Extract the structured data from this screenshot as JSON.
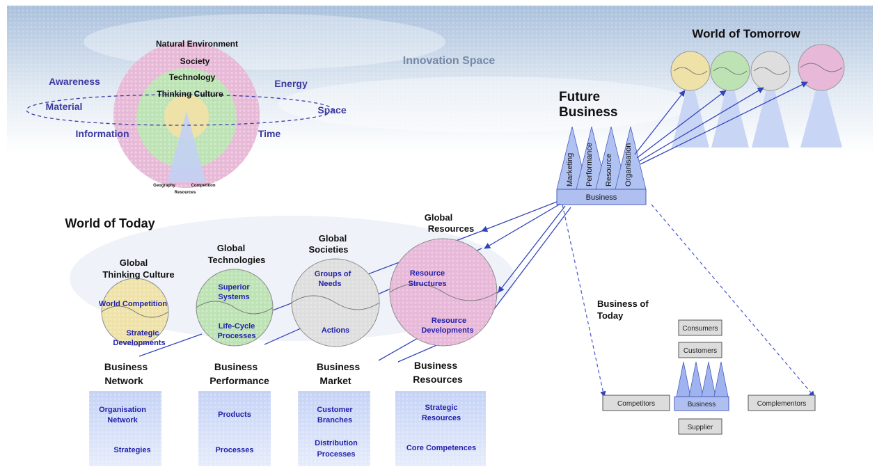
{
  "title_top": "Innovation Space",
  "world_of_tomorrow": "World of Tomorrow",
  "world_of_today": "World of Today",
  "future_business": [
    "Future",
    "Business"
  ],
  "future_pillars": [
    "Marketing",
    "Performance",
    "Resource",
    "Organisation"
  ],
  "future_business_box": "Business",
  "concentric": {
    "rings": [
      "Natural Environment",
      "Society",
      "Technology",
      "Thinking Culture"
    ],
    "left_labels": [
      "Awareness",
      "Material",
      "Information"
    ],
    "right_labels": [
      "Energy",
      "Space",
      "Time"
    ],
    "base_labels": [
      "Geography",
      "Competition",
      "Resources"
    ]
  },
  "today_circles": [
    {
      "title": [
        "Global",
        "Thinking Culture"
      ],
      "top": "World Competition",
      "bottom": [
        "Strategic",
        "Developments"
      ]
    },
    {
      "title": [
        "Global",
        "Technologies"
      ],
      "top": [
        "Superior",
        "Systems"
      ],
      "bottom": [
        "Life-Cycle",
        "Processes"
      ]
    },
    {
      "title": [
        "Global",
        "Societies"
      ],
      "top": [
        "Groups of",
        "Needs"
      ],
      "bottom": [
        "Actions"
      ]
    },
    {
      "title": [
        "Global",
        "Resources"
      ],
      "top": [
        "Resource",
        "Structures"
      ],
      "bottom": [
        "Resource",
        "Developments"
      ]
    }
  ],
  "business_columns": [
    {
      "title": [
        "Business",
        "Network"
      ],
      "items": [
        [
          "Organisation",
          "Network"
        ],
        [
          "Strategies"
        ]
      ]
    },
    {
      "title": [
        "Business",
        "Performance"
      ],
      "items": [
        [
          "Products"
        ],
        [
          "Processes"
        ]
      ]
    },
    {
      "title": [
        "Business",
        "Market"
      ],
      "items": [
        [
          "Customer",
          "Branches"
        ],
        [
          "Distribution",
          "Processes"
        ]
      ]
    },
    {
      "title": [
        "Business",
        "Resources"
      ],
      "items": [
        [
          "Strategic",
          "Resources"
        ],
        [
          "Core Competences"
        ]
      ]
    }
  ],
  "business_of_today": {
    "title": [
      "Business of",
      "Today"
    ],
    "consumers": "Consumers",
    "customers": "Customers",
    "business": "Business",
    "competitors": "Competitors",
    "complementors": "Complementors",
    "supplier": "Supplier"
  },
  "colors": {
    "sky": "#b9cde3",
    "label_blue": "#3a3aa0",
    "pink": "#e8b8d8",
    "green": "#bde3b5",
    "yellow": "#efe2a8",
    "grey": "#dedede",
    "pillar": "#b8c8f4",
    "arrow": "#3344bb"
  }
}
